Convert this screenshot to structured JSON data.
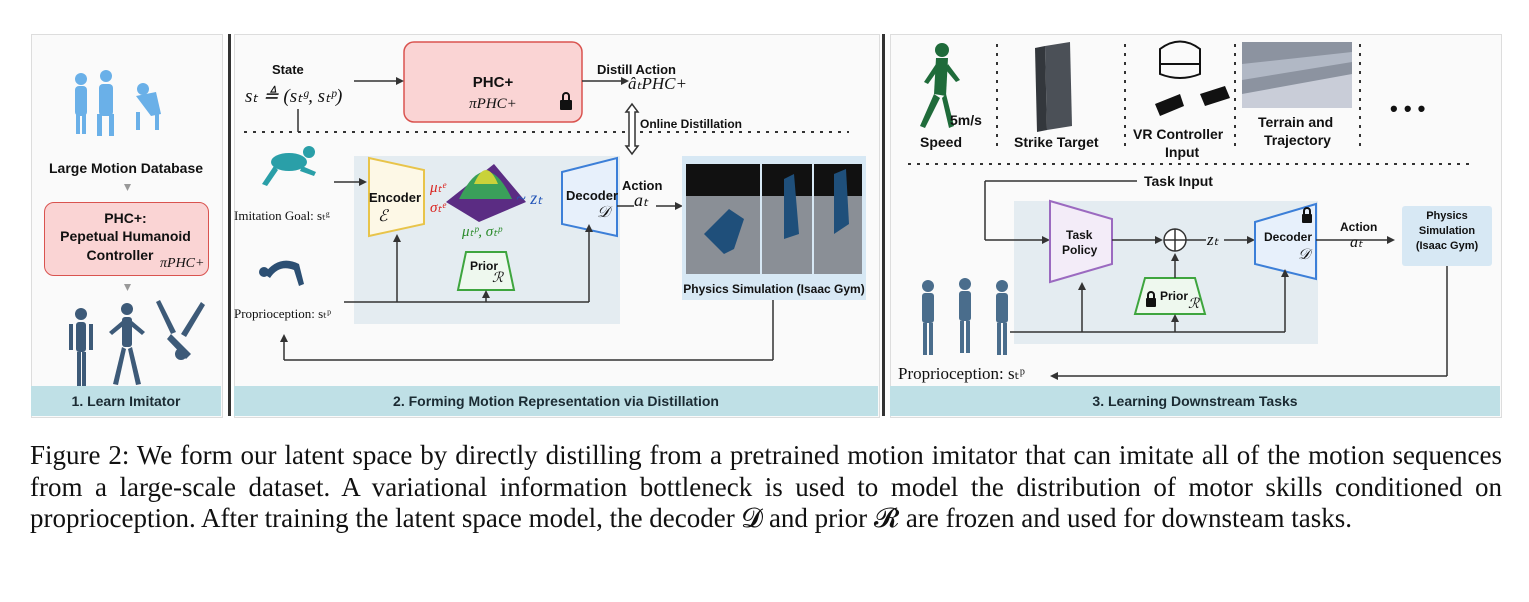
{
  "panel1": {
    "database_label": "Large Motion Database",
    "phc_title": "PHC+:",
    "phc_line2": "Pepetual Humanoid",
    "phc_line3": "Controller",
    "phc_symbol": "πPHC+",
    "footer": "1. Learn Imitator"
  },
  "panel2": {
    "state_label": "State",
    "state_eq": "sₜ ≜ (sₜᵍ, sₜᵖ)",
    "phc_box_title": "PHC+",
    "phc_box_symbol": "πPHC+",
    "distill_action": "Distill Action",
    "distill_symbol": "âₜPHC+",
    "online_distillation": "Online Distillation",
    "encoder_label": "Encoder",
    "encoder_symbol": "ℰ",
    "mu_sigma_e_top": "μₜᵉ",
    "mu_sigma_e_bottom": "σₜᵉ",
    "mu_sigma_p": "μₜᵖ, σₜᵖ",
    "tilde_z": "~ zₜ",
    "decoder_label": "Decoder",
    "decoder_symbol": "𝒟",
    "action_label": "Action",
    "action_symbol": "aₜ",
    "prior_label": "Prior",
    "prior_symbol": "ℛ",
    "imitation_goal": "Imitation Goal: sₜᵍ",
    "proprioception": "Proprioception: sₜᵖ",
    "physics_label": "Physics Simulation (Isaac Gym)",
    "footer": "2. Forming Motion Representation via Distillation"
  },
  "panel3": {
    "speed_value": "5m/s",
    "speed_label": "Speed",
    "strike_label": "Strike Target",
    "vr_label_1": "VR Controller",
    "vr_label_2": "Input",
    "terrain_label_1": "Terrain and",
    "terrain_label_2": "Trajectory",
    "more": "• • •",
    "task_input": "Task Input",
    "task_policy_1": "Task",
    "task_policy_2": "Policy",
    "z_symbol": "zₜ",
    "decoder_label": "Decoder",
    "decoder_symbol": "𝒟",
    "action_label": "Action",
    "action_symbol": "aₜ",
    "physics_1": "Physics",
    "physics_2": "Simulation",
    "physics_3": "(Isaac Gym)",
    "prior_label": "Prior",
    "prior_symbol": "ℛ",
    "proprioception": "Proprioception: sₜᵖ",
    "footer": "3. Learning Downstream Tasks"
  },
  "caption": "Figure 2: We form our latent space by directly distilling from a pretrained motion imitator that can imitate all of the motion sequences from a large-scale dataset. A variational information bottleneck is used to model the distribution of motor skills conditioned on proprioception. After training the latent space model, the decoder 𝓓 and prior 𝓡 are frozen and used for downsteam tasks.",
  "colors": {
    "footer_bg": "#bfe0e6",
    "phc_fill": "#fad4d4",
    "phc_stroke": "#d9534f",
    "encoder_stroke": "#e8c44a",
    "decoder_stroke": "#3c7fd8",
    "prior_stroke": "#3ea53e",
    "task_policy_stroke": "#9b6ac0"
  }
}
